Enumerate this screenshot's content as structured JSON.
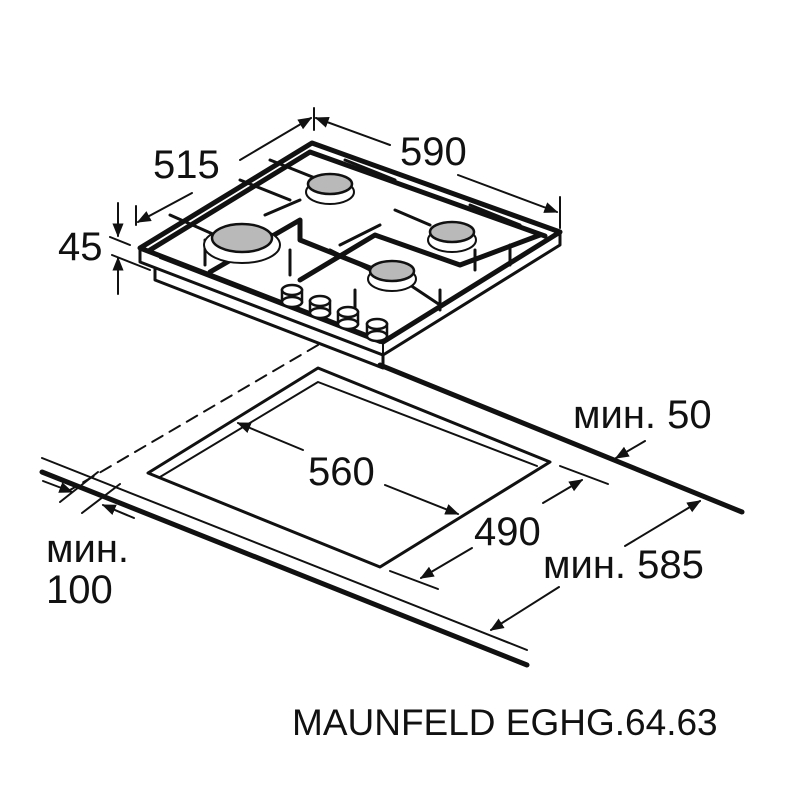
{
  "diagram": {
    "title": "MAUNFELD EGHG.64.63",
    "hob": {
      "width_label": "590",
      "depth_label": "515",
      "height_label": "45",
      "burner_count": 4,
      "knob_count": 4
    },
    "cutout": {
      "width_label": "560",
      "depth_label": "490",
      "min_back_label": "мин. 50",
      "min_depth_label": "мин. 585",
      "min_front_label_line1": "мин.",
      "min_front_label_line2": "100"
    },
    "colors": {
      "line": "#111111",
      "burner_cap": "#b9b9b9",
      "background": "#ffffff"
    }
  }
}
